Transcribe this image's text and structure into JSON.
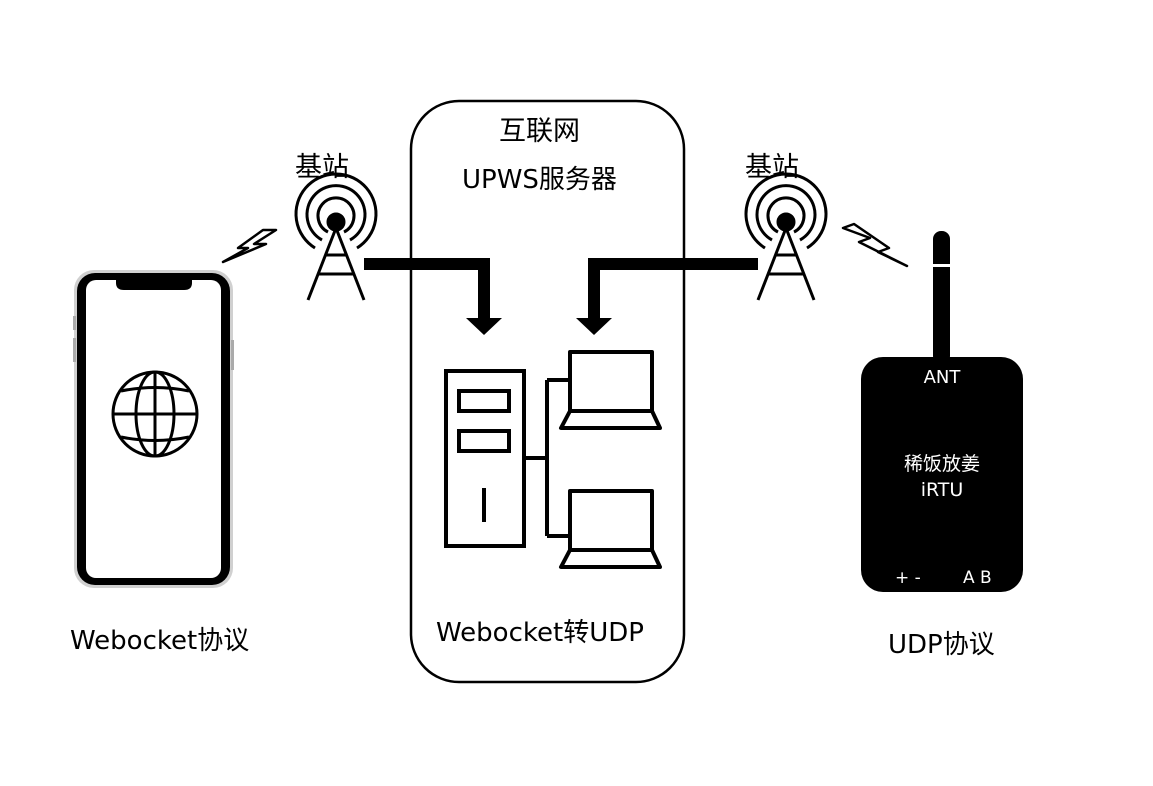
{
  "server_box": {
    "internet_label": "互联网",
    "server_label": "UPWS服务器",
    "function_label": "Webocket转UDP"
  },
  "left": {
    "tower_label": "基站",
    "protocol_label": "Webocket协议"
  },
  "right": {
    "tower_label": "基站",
    "protocol_label": "UDP协议"
  },
  "device": {
    "antenna_label": "ANT",
    "name": "稀饭放姜",
    "model": "iRTU",
    "power_terminals": "+ -",
    "data_terminals": "A B"
  },
  "colors": {
    "line": "#000000",
    "background": "#ffffff",
    "device_fill": "#000000",
    "device_text": "#ffffff",
    "phone_frame": "#cfcfcf"
  },
  "icons": [
    "smartphone-icon",
    "globe-icon",
    "lightning-icon",
    "cell-tower-icon",
    "server-tower-icon",
    "laptop-icon",
    "rtu-device-icon",
    "antenna-icon",
    "arrow-down-icon"
  ]
}
